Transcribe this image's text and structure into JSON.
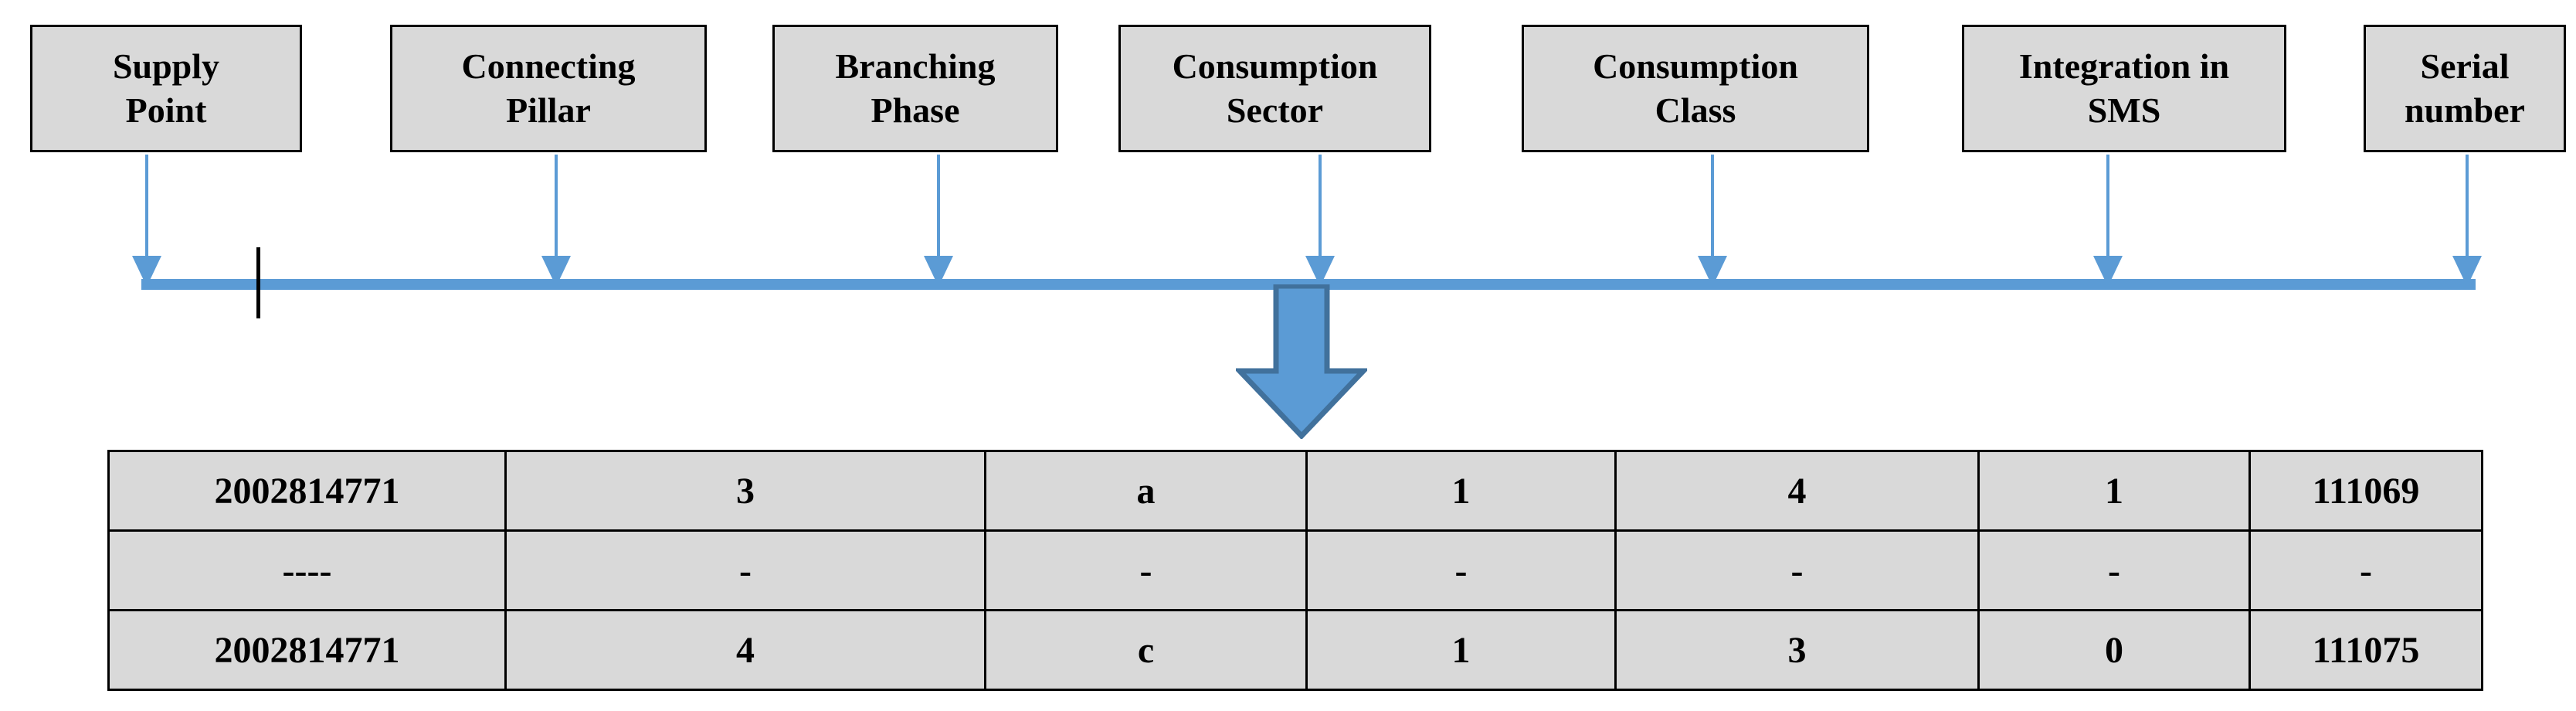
{
  "diagram": {
    "title_boxes": [
      {
        "id": "supply-point",
        "label": "Supply\nPoint"
      },
      {
        "id": "connecting-pillar",
        "label": "Connecting\nPillar"
      },
      {
        "id": "branching-phase",
        "label": "Branching\nPhase"
      },
      {
        "id": "consumption-sector",
        "label": "Consumption\nSector"
      },
      {
        "id": "consumption-class",
        "label": "Consumption\nClass"
      },
      {
        "id": "integration-in-sms",
        "label": "Integration in\nSMS"
      },
      {
        "id": "serial-number",
        "label": "Serial\nnumber"
      }
    ],
    "colors": {
      "accent_blue": "#5B9BD5",
      "block_arrow_outline": "#41719C",
      "box_fill": "#D9D9D9",
      "box_border": "#000000",
      "tick_mark": "#000000"
    },
    "connector": {
      "down_arrow_count": 7,
      "collector_bar": "horizontal-blue-bar",
      "block_arrow": "big-down-arrow-to-table"
    }
  },
  "table": {
    "columns": [
      "Supply Point",
      "Connecting Pillar",
      "Branching Phase",
      "Consumption Sector",
      "Consumption Class",
      "Integration in SMS",
      "Serial number"
    ],
    "rows": [
      [
        "2002814771",
        "3",
        "a",
        "1",
        "4",
        "1",
        "111069"
      ],
      [
        "----",
        "-",
        "-",
        "-",
        "-",
        "-",
        "-"
      ],
      [
        "2002814771",
        "4",
        "c",
        "1",
        "3",
        "0",
        "111075"
      ]
    ]
  }
}
